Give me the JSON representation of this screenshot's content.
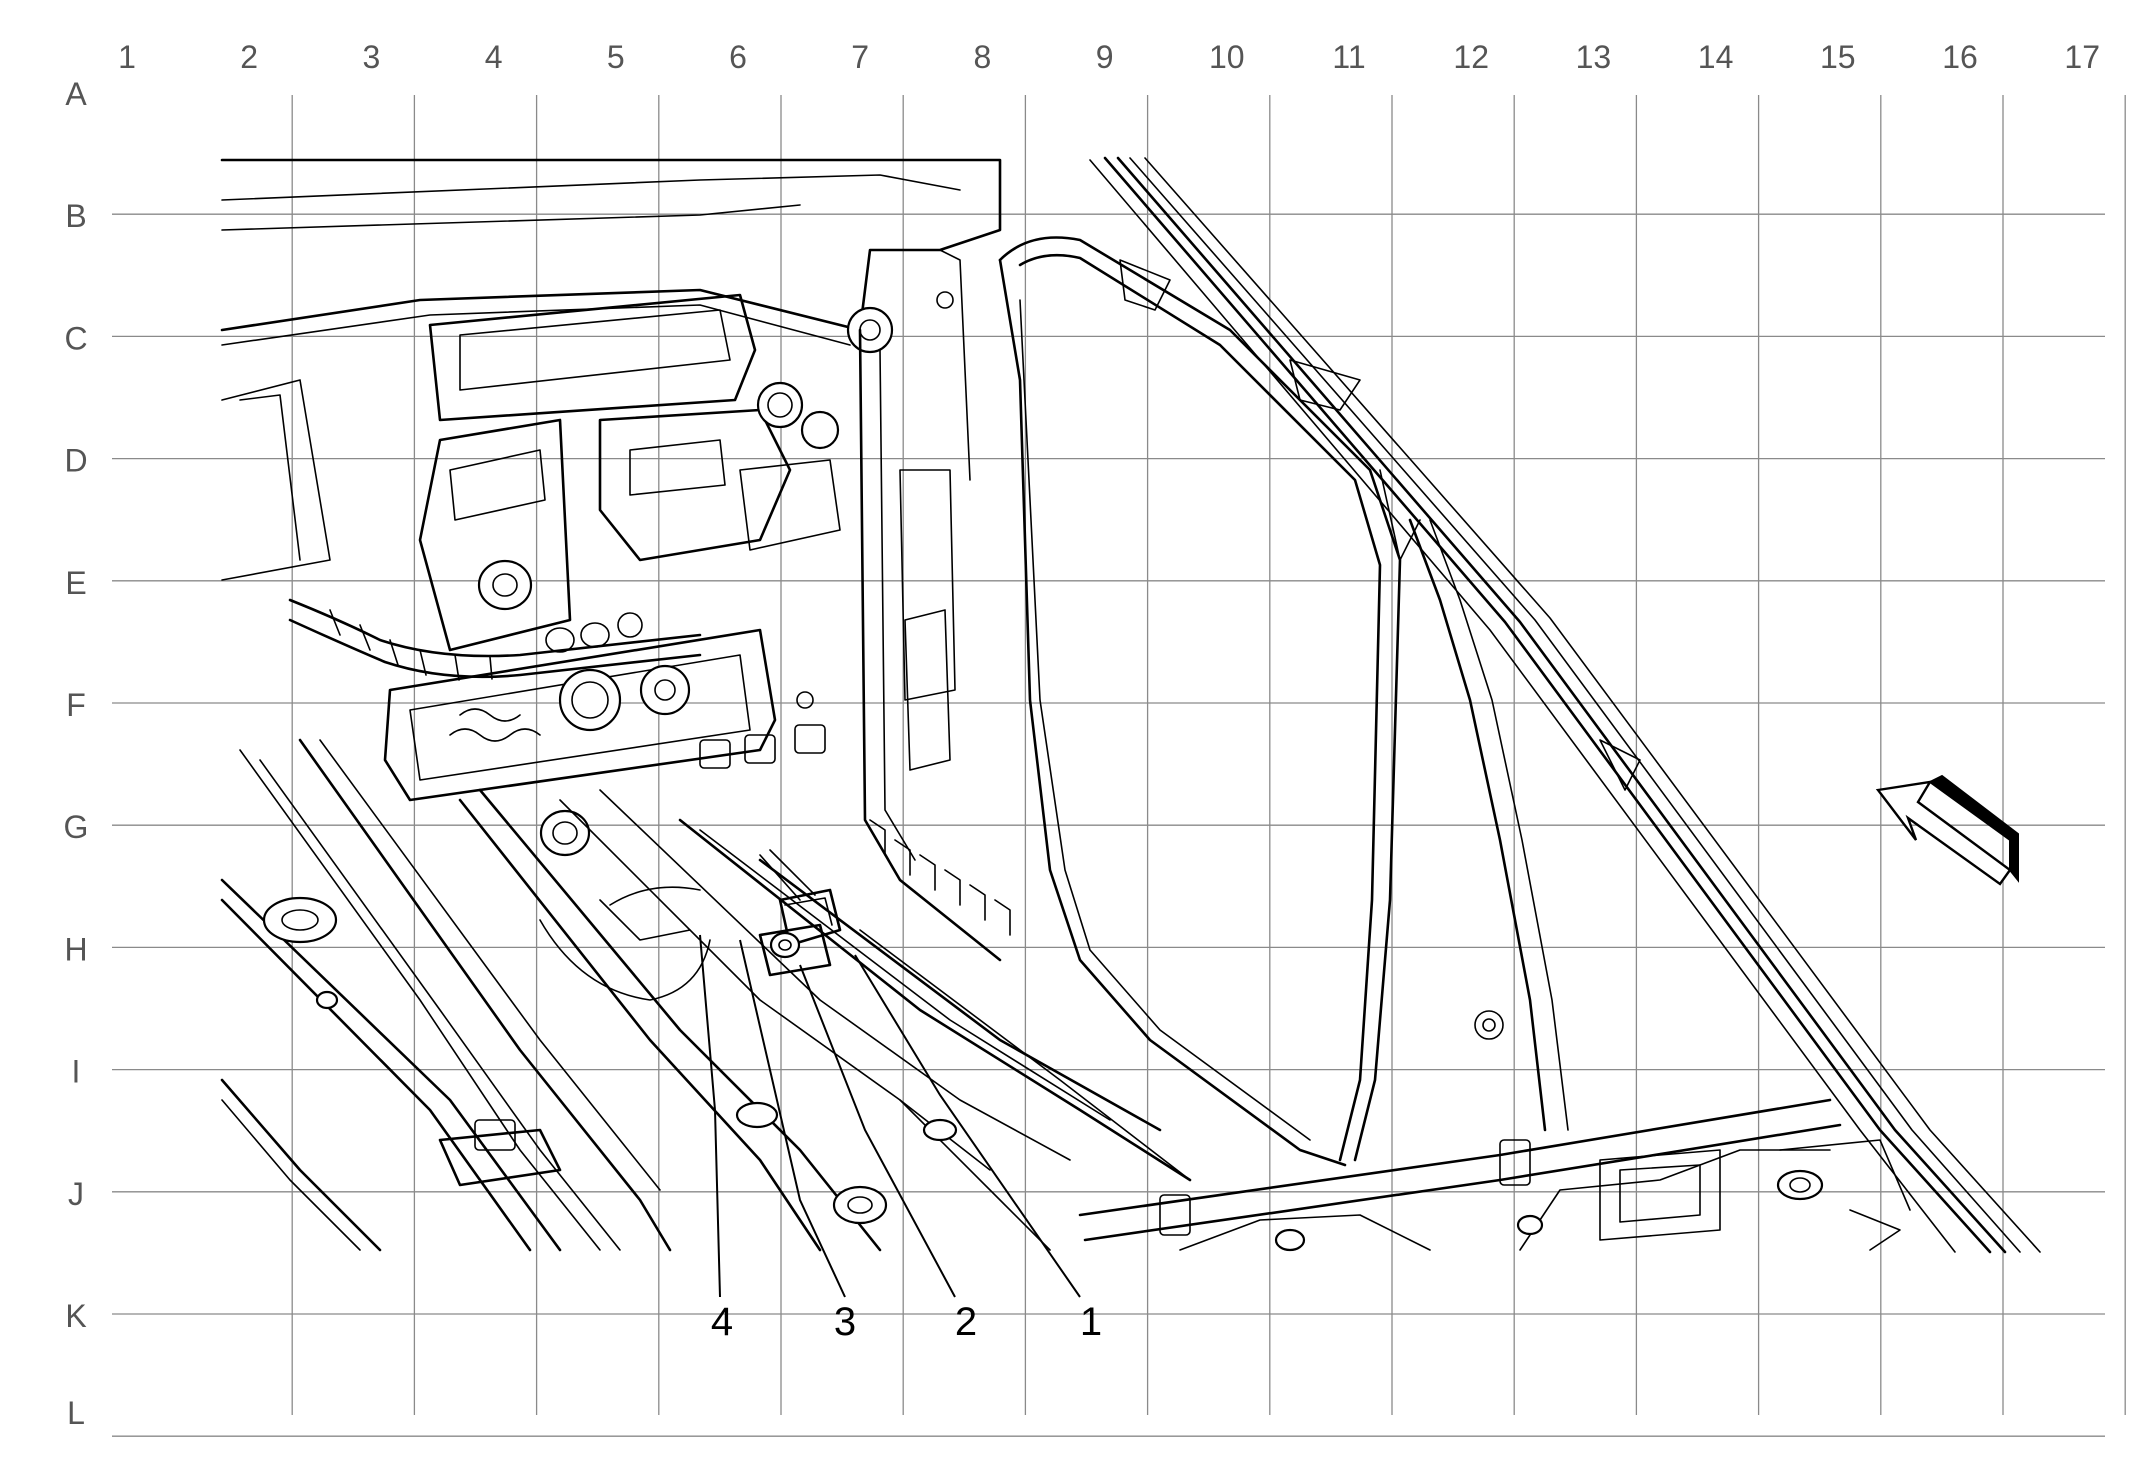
{
  "grid": {
    "columns": [
      "1",
      "2",
      "3",
      "4",
      "5",
      "6",
      "7",
      "8",
      "9",
      "10",
      "11",
      "12",
      "13",
      "14",
      "15",
      "16",
      "17"
    ],
    "rows": [
      "A",
      "B",
      "C",
      "D",
      "E",
      "F",
      "G",
      "H",
      "I",
      "J",
      "K",
      "L"
    ]
  },
  "callouts": [
    {
      "label": "1"
    },
    {
      "label": "2"
    },
    {
      "label": "3"
    },
    {
      "label": "4"
    }
  ],
  "icons": {
    "direction_arrow": "view-direction-arrow-icon"
  }
}
